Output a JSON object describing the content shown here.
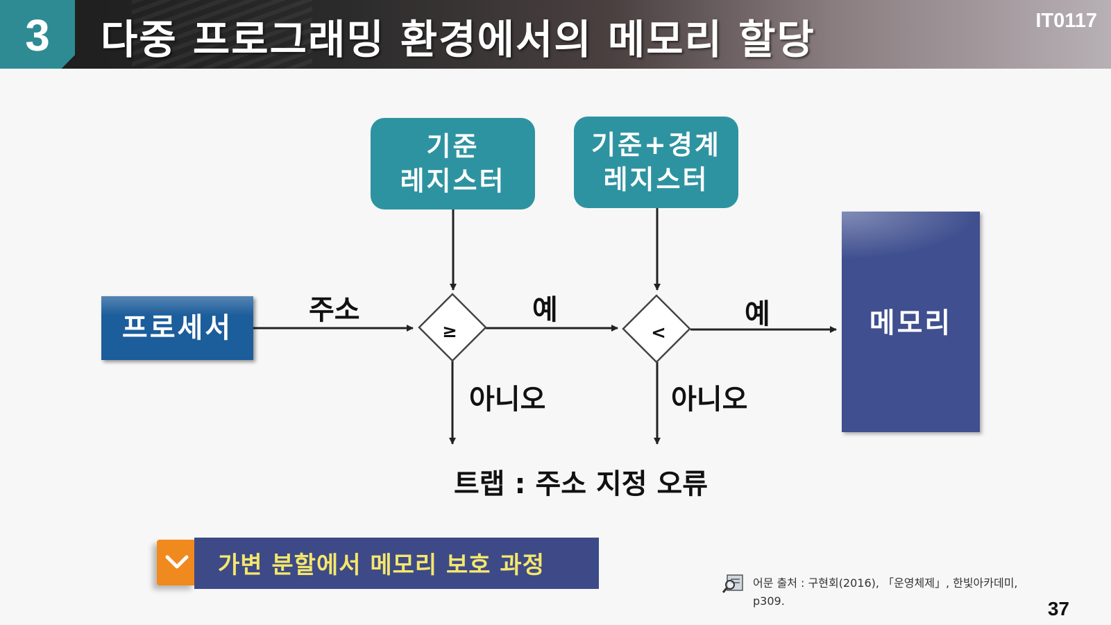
{
  "header": {
    "section_number": "3",
    "title": "다중 프로그래밍 환경에서의 메모리 할당",
    "course_code": "IT0117"
  },
  "diagram": {
    "processor_label": "프로세서",
    "base_register_line1": "기준",
    "base_register_line2": "레지스터",
    "bound_register_line1": "기준+경계",
    "bound_register_line2": "레지스터",
    "memory_label": "메모리",
    "address_label": "주소",
    "compare1_symbol": "≥",
    "compare2_symbol": "<",
    "yes_label_1": "예",
    "yes_label_2": "예",
    "no_label_1": "아니오",
    "no_label_2": "아니오",
    "trap_label": "트랩 : 주소 지정 오류"
  },
  "banner": {
    "text": "가변 분할에서 메모리 보호 과정"
  },
  "source": {
    "text": "어문 출처 : 구현회(2016), 「운영체제」, 한빛아카데미, p309."
  },
  "page_number": "37",
  "colors": {
    "teal": "#2e93a0",
    "processor_blue": "#1c5d9b",
    "memory_navy": "#3f4f8f",
    "banner_navy": "#3d4a87",
    "banner_text": "#f5e76c",
    "chevron_orange": "#f08a1e"
  }
}
